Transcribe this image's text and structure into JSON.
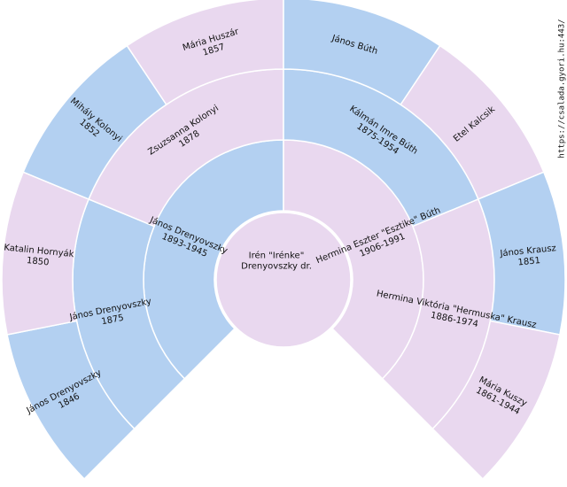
{
  "colors": {
    "male": "#b3d0f1",
    "female": "#e9d8ef",
    "unknown": "#ececec",
    "stroke": "#ffffff",
    "text": "#111111"
  },
  "url": "https://csalada.gyori.hu:443/",
  "root": {
    "lines": [
      "Irén \"Irénke\"",
      "Drenyovszky dr."
    ],
    "sex": "female"
  },
  "parents": [
    {
      "lines": [
        "János Drenyovszky",
        "1893-1945"
      ],
      "sex": "male"
    },
    {
      "lines": [
        "Hermina Eszter \"Esztike\" Búth",
        "1906-1991"
      ],
      "sex": "female"
    }
  ],
  "grandparents": [
    {
      "lines": [
        "János Drenyovszky",
        "1875"
      ],
      "sex": "male"
    },
    {
      "lines": [
        "Zsuzsanna Kolonyi",
        "1878"
      ],
      "sex": "female"
    },
    {
      "lines": [
        "Kálmán Imre Búth",
        "1875-1954"
      ],
      "sex": "male"
    },
    {
      "lines": [
        "Hermina Viktória \"Hermuska\" Krausz",
        "1886-1974"
      ],
      "sex": "female"
    }
  ],
  "great_grandparents": [
    {
      "lines": [
        "János Drenyovszky",
        "1846"
      ],
      "sex": "male"
    },
    {
      "lines": [
        "Katalin Hornyák",
        "1850"
      ],
      "sex": "female"
    },
    {
      "lines": [
        "Mihály Kolonyi",
        "1852"
      ],
      "sex": "male"
    },
    {
      "lines": [
        "Mária Huszár",
        "1857"
      ],
      "sex": "female"
    },
    {
      "lines": [
        "János Búth"
      ],
      "sex": "male"
    },
    {
      "lines": [
        "Etel Kalcsik"
      ],
      "sex": "female"
    },
    {
      "lines": [
        "János Krausz",
        "1851"
      ],
      "sex": "male"
    },
    {
      "lines": [
        "Mária Kuszy",
        "1861-1944"
      ],
      "sex": "female"
    }
  ]
}
